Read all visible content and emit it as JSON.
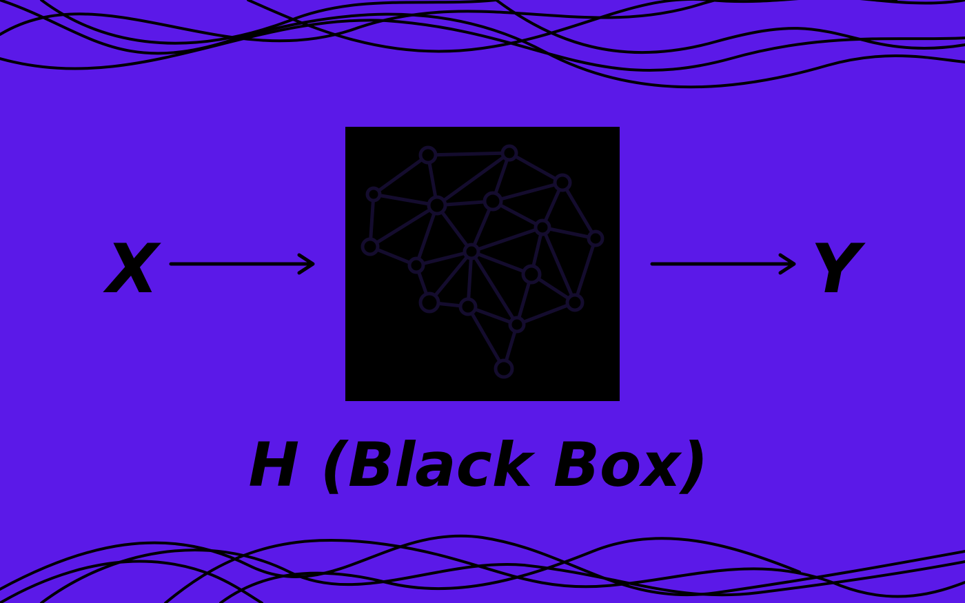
{
  "diagram": {
    "input_label": "X",
    "output_label": "Y",
    "box_caption": "H (Black Box)",
    "colors": {
      "background": "#5b19e8",
      "box": "#000000",
      "ink": "#000000",
      "network": "#140c2e"
    },
    "box_icon": "neural-network-icon"
  }
}
